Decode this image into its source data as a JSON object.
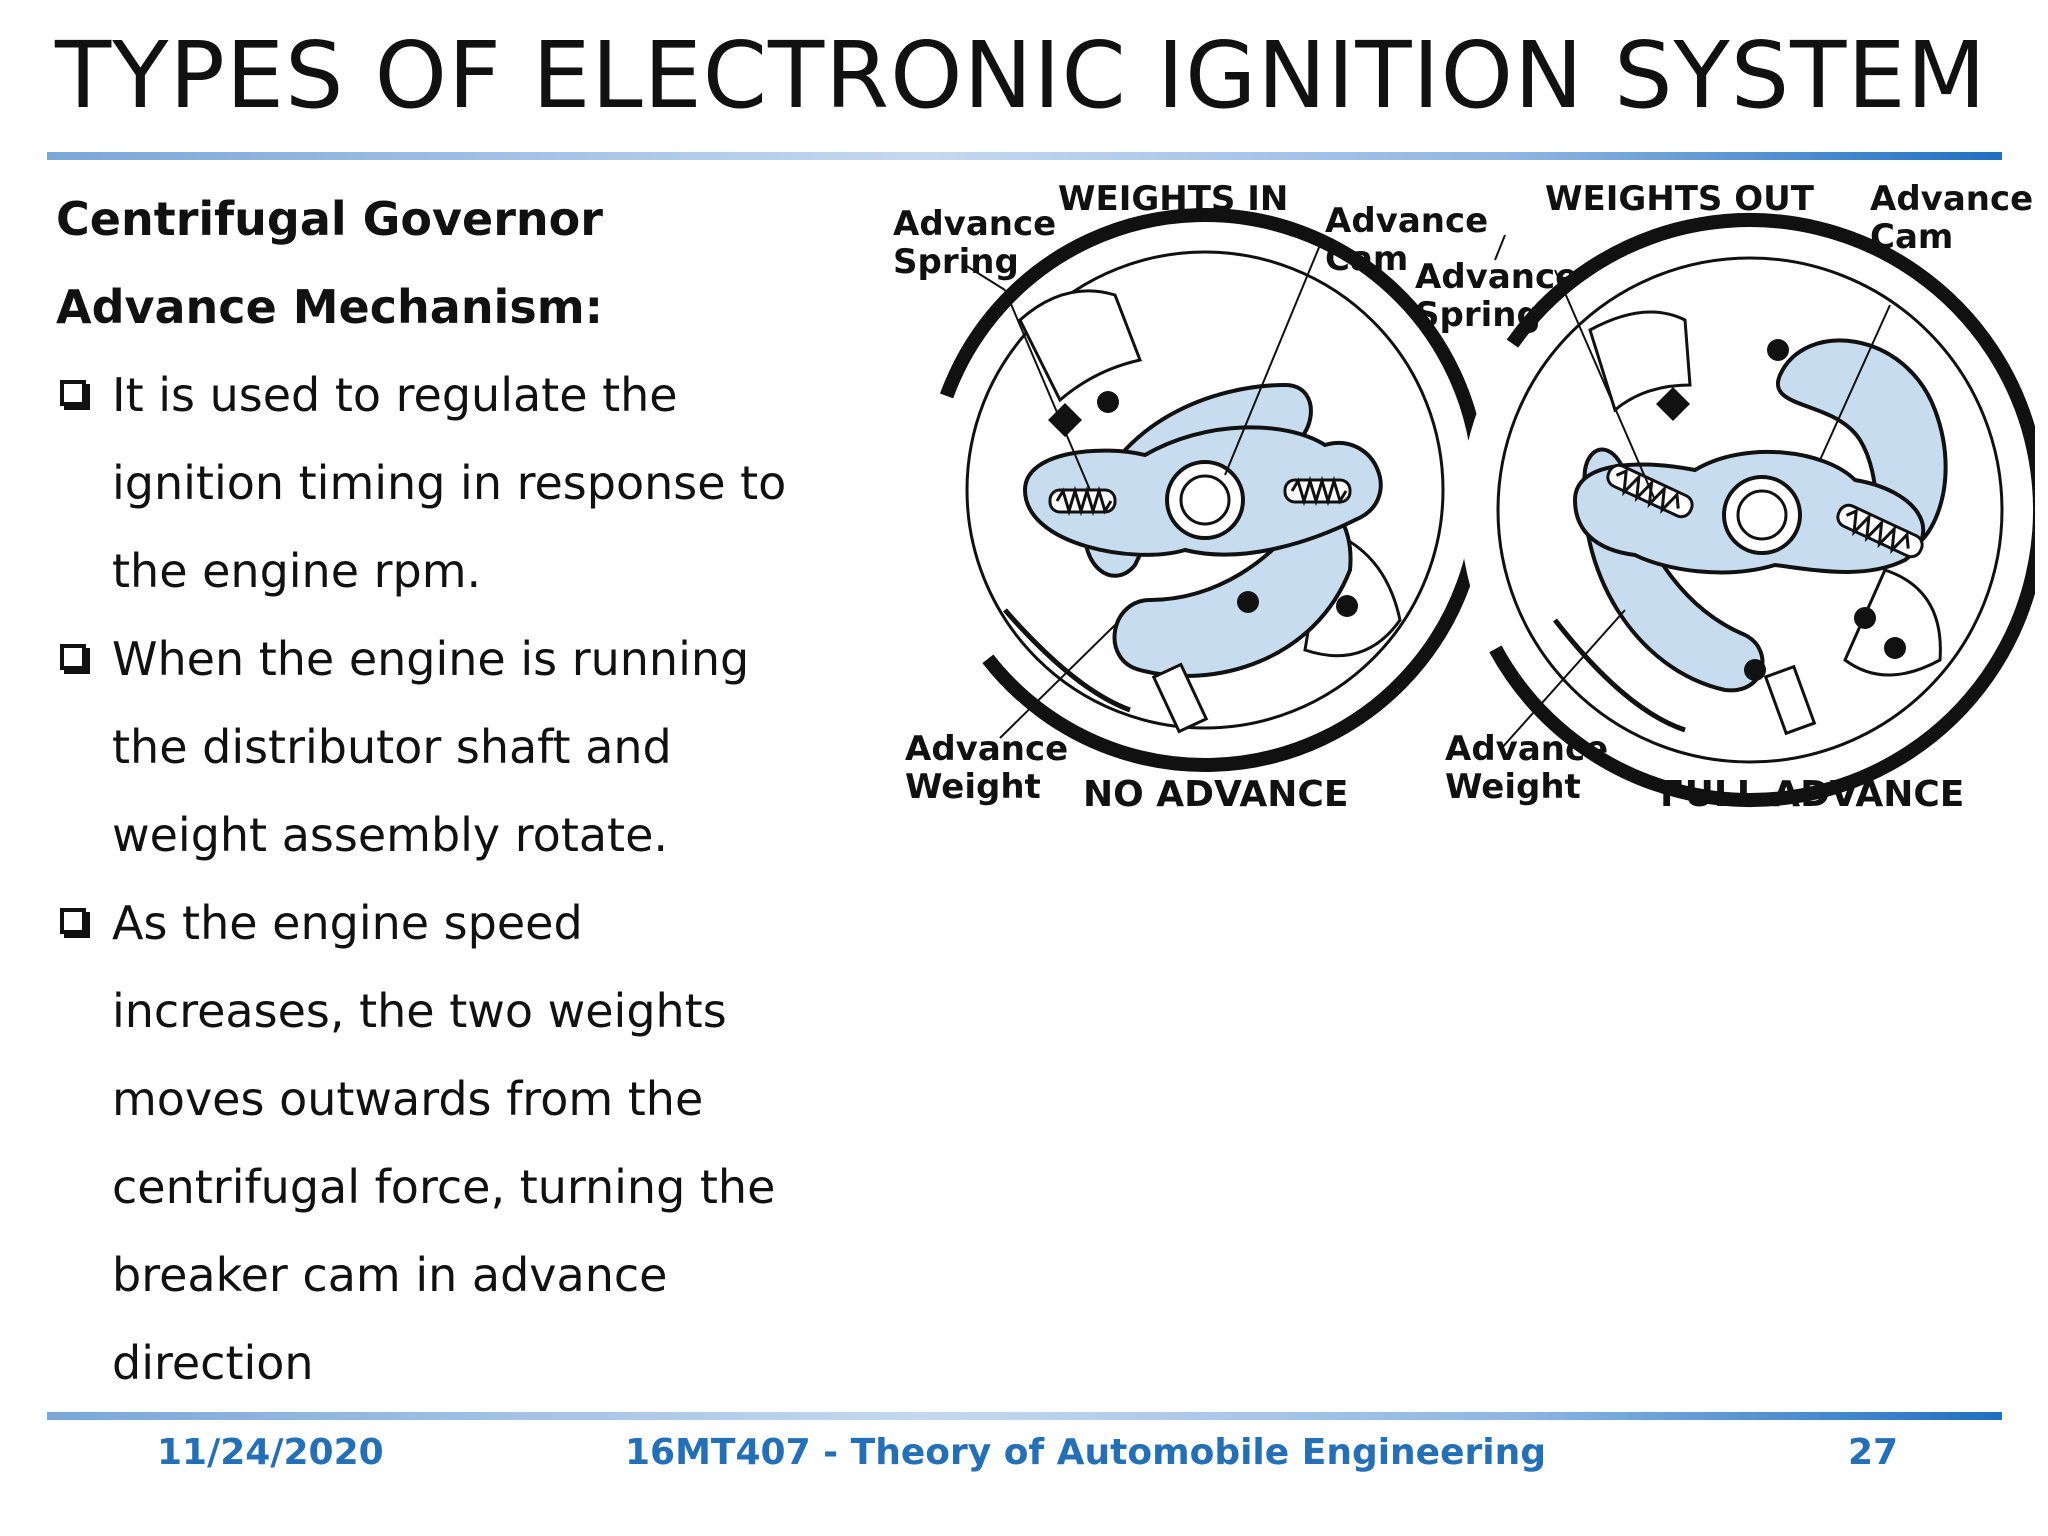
{
  "slide": {
    "title": "TYPES OF ELECTRONIC IGNITION SYSTEM",
    "heading_line1": "Centrifugal Governor",
    "heading_line2": "Advance Mechanism:",
    "bullets": [
      {
        "lines": [
          "It is used to regulate the",
          "ignition timing in response to",
          "the engine rpm."
        ]
      },
      {
        "lines": [
          "When the engine is running",
          "the distributor shaft and",
          "weight assembly rotate."
        ]
      },
      {
        "lines": [
          "As the engine speed",
          "increases, the two weights",
          "moves outwards from the",
          "centrifugal force, turning the",
          "breaker cam in advance",
          "direction"
        ]
      }
    ]
  },
  "figure": {
    "left": {
      "label_weights": "WEIGHTS IN",
      "label_spring_1": "Advance",
      "label_spring_2": "Spring",
      "label_cam_1": "Advance",
      "label_cam_2": "Cam",
      "label_weight_1": "Advance",
      "label_weight_2": "Weight",
      "caption": "NO ADVANCE"
    },
    "right": {
      "label_weights": "WEIGHTS OUT",
      "label_cam_1": "Advance",
      "label_cam_2": "Cam",
      "label_spring_1": "Advance",
      "label_spring_2": "Spring",
      "label_weight_1": "Advance",
      "label_weight_2": "Weight",
      "caption": "FULL ADVANCE"
    },
    "colors": {
      "weight_fill": "#c8dcef",
      "outline": "#111111"
    }
  },
  "footer": {
    "date": "11/24/2020",
    "course": "16MT407 - Theory of Automobile Engineering",
    "page": "27"
  }
}
